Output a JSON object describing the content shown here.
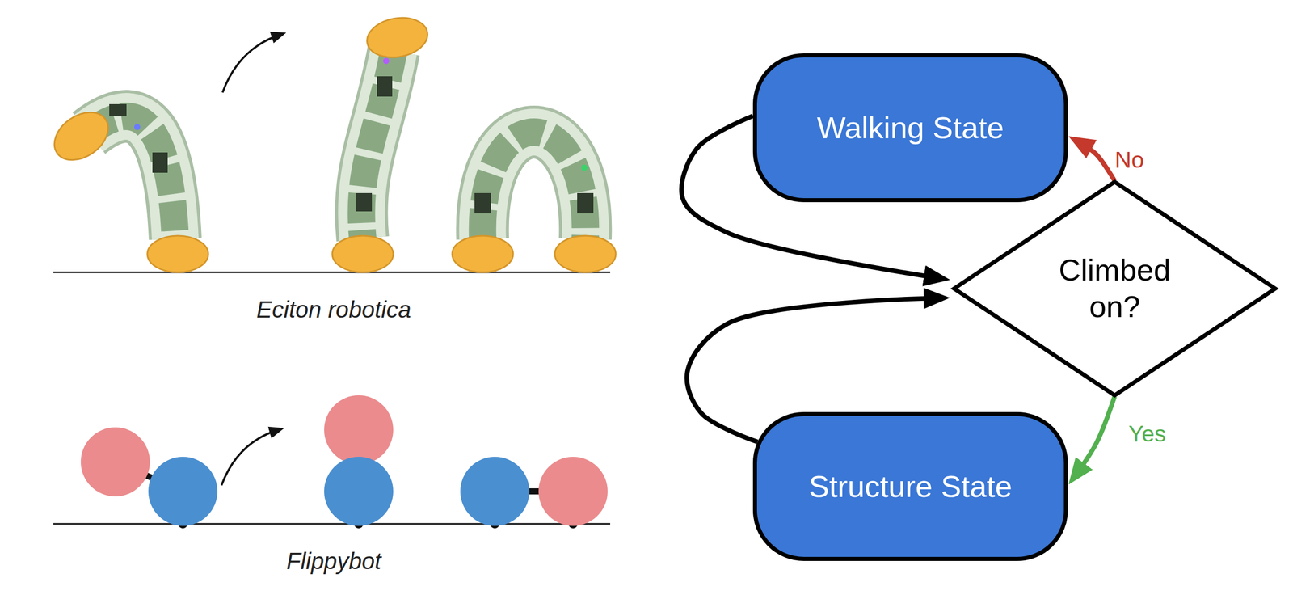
{
  "diagram": {
    "nodes": [
      {
        "text": [
          "Walking State"
        ]
      },
      {
        "text": [
          "Climbed on?"
        ]
      },
      {
        "text": [
          "Structure State"
        ]
      }
    ],
    "edges": [
      {
        "from": 0,
        "to": 1,
        "arrow": "to"
      },
      {
        "from": 1,
        "to": 0,
        "label": "No",
        "arrow": "to"
      },
      {
        "from": 1,
        "to": 2,
        "label": "Yes",
        "arrow": "to"
      },
      {
        "from": 2,
        "to": 1,
        "arrow": "to"
      }
    ],
    "labels": [
      "Eciton robotica",
      "Flippybot"
    ]
  }
}
